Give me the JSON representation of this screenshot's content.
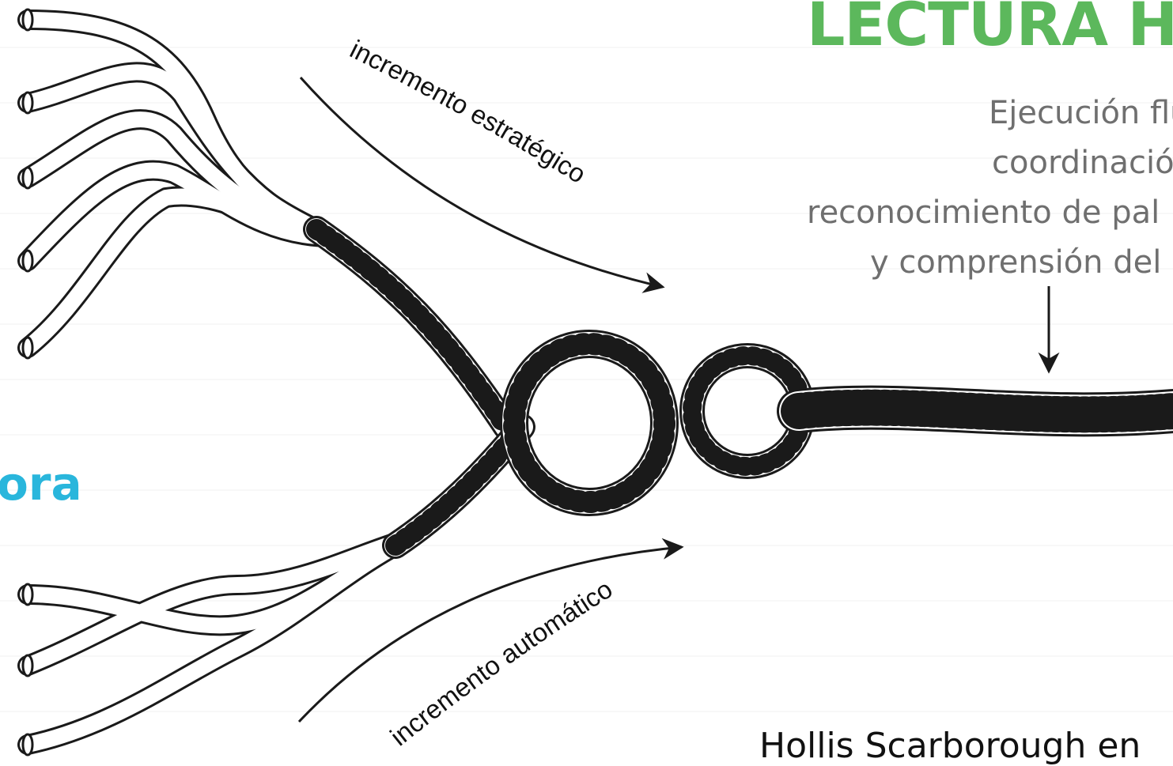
{
  "title": "LECTURA HA",
  "description_lines": [
    "Ejecución flu",
    "coordinació",
    "reconocimiento de pal",
    "y comprensión del"
  ],
  "left_word": "ora",
  "labels": {
    "strategic": "incremento estratégico",
    "automatic": "incremento automático"
  },
  "credit": "Hollis Scarborough en",
  "colors": {
    "title": "#5cb85c",
    "left_word": "#29b6dc",
    "description": "#6f6f6f",
    "strokes": "#1a1a1a"
  }
}
